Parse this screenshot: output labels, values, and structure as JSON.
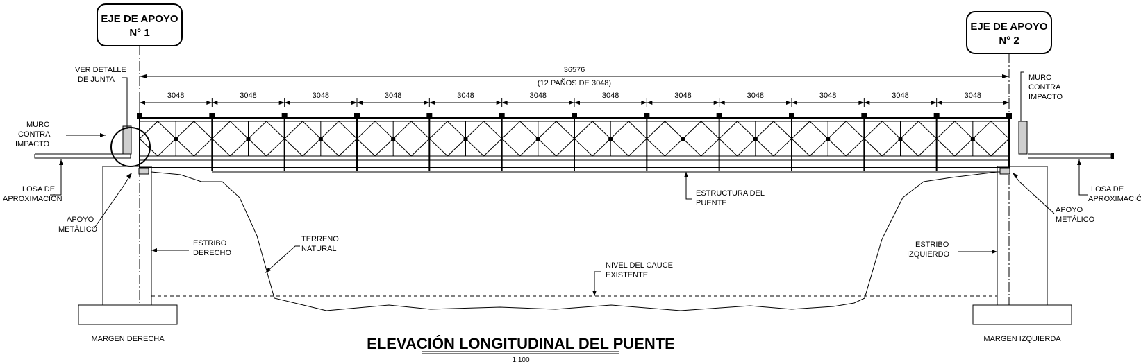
{
  "axes": {
    "left": {
      "title": "EJE DE APOYO",
      "number": "N° 1"
    },
    "right": {
      "title": "EJE DE APOYO",
      "number": "N° 2"
    }
  },
  "dimensions": {
    "total": "36576",
    "total_note": "(12 PAÑOS DE 3048)",
    "panel": "3048",
    "panel_count": 12
  },
  "labels": {
    "ver_detalle": [
      "VER DETALLE",
      "DE JUNTA"
    ],
    "muro_left": [
      "MURO",
      "CONTRA",
      "IMPACTO"
    ],
    "muro_right": [
      "MURO",
      "CONTRA",
      "IMPACTO"
    ],
    "losa_left": [
      "LOSA DE",
      "APROXIMACIÓN"
    ],
    "losa_right": [
      "LOSA DE",
      "APROXIMACIÓN"
    ],
    "apoyo_left": [
      "APOYO",
      "METÁLICO"
    ],
    "apoyo_right": [
      "APOYO",
      "METÁLICO"
    ],
    "estribo_derecho": [
      "ESTRIBO",
      "DERECHO"
    ],
    "estribo_izquierdo": [
      "ESTRIBO",
      "IZQUIERDO"
    ],
    "terreno": [
      "TERRENO",
      "NATURAL"
    ],
    "nivel": [
      "NIVEL DEL CAUCE",
      "EXISTENTE"
    ],
    "estructura": [
      "ESTRUCTURA DEL",
      "PUENTE"
    ],
    "margen_derecha": "MARGEN DERECHA",
    "margen_izquierda": "MARGEN IZQUIERDA"
  },
  "title": "ELEVACIÓN LONGITUDINAL DEL PUENTE",
  "scale": "1:100"
}
